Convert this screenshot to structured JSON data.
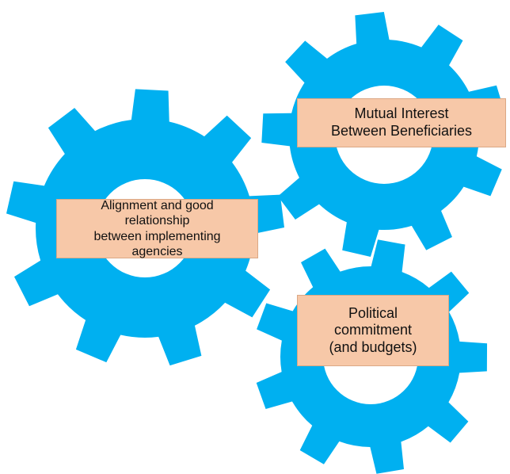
{
  "colors": {
    "gear": "#00b0f0",
    "label_fill": "#f7c8a8",
    "label_border": "#dba885",
    "background": "#ffffff"
  },
  "labels": {
    "top": [
      "Mutual Interest",
      "Between Beneficiaries"
    ],
    "left": [
      "Alignment and good",
      "relationship",
      "between implementing",
      "agencies"
    ],
    "bottom": [
      "Political",
      "commitment",
      "(and budgets)"
    ]
  }
}
